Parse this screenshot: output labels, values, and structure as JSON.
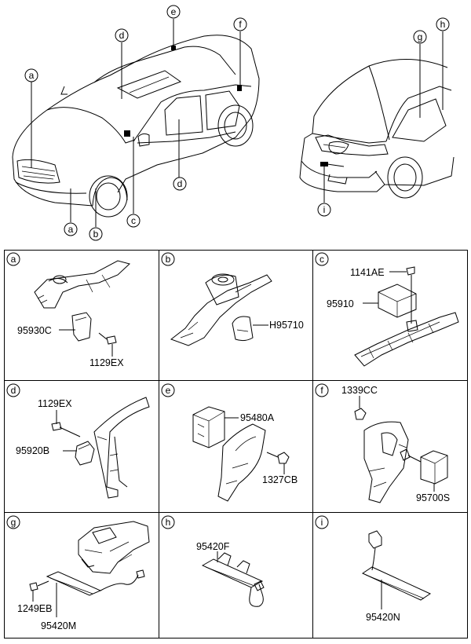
{
  "callouts": {
    "a": "a",
    "b": "b",
    "c": "c",
    "d": "d",
    "e": "e",
    "f": "f",
    "g": "g",
    "h": "h",
    "i": "i"
  },
  "panels": [
    {
      "id": "a",
      "parts": [
        "95930C",
        "1129EX"
      ]
    },
    {
      "id": "b",
      "parts": [
        "H95710"
      ]
    },
    {
      "id": "c",
      "parts": [
        "1141AE",
        "95910"
      ]
    },
    {
      "id": "d",
      "parts": [
        "1129EX",
        "95920B"
      ]
    },
    {
      "id": "e",
      "parts": [
        "95480A",
        "1327CB"
      ]
    },
    {
      "id": "f",
      "parts": [
        "1339CC",
        "95700S"
      ]
    },
    {
      "id": "g",
      "parts": [
        "1249EB",
        "95420M"
      ]
    },
    {
      "id": "h",
      "parts": [
        "95420F"
      ]
    },
    {
      "id": "i",
      "parts": [
        "95420N"
      ]
    }
  ]
}
